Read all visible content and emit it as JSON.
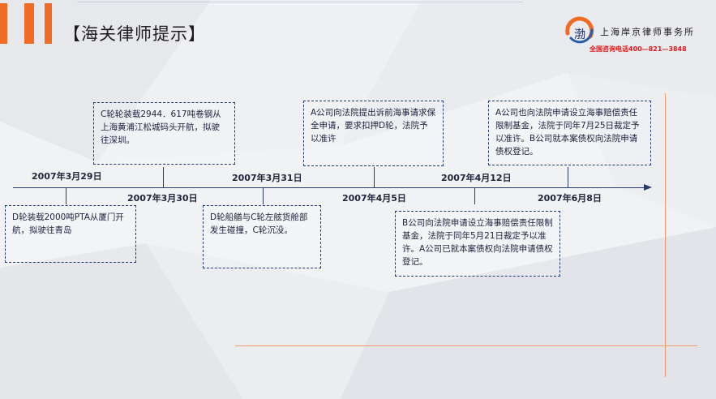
{
  "header": {
    "title": "【海关律师提示】"
  },
  "firm": {
    "logo_glyph": "渤",
    "name": "上海岸京律师事务所",
    "phone": "全国咨询电话400—821—3848"
  },
  "timeline": {
    "dates": [
      "2007年3月29日",
      "2007年3月30日",
      "2007年3月31日",
      "2007年4月5日",
      "2007年4月12日",
      "2007年6月8日"
    ],
    "events": [
      "D轮装载2000吨PTA从厦门开航，拟驶往青岛",
      "C轮轮装载2944．617吨卷钢从上海黄浦江松城码头开航，拟驶往深圳。",
      "D轮船艏与C轮左舷货舱部发生碰撞，C轮沉没。",
      "A公司向法院提出诉前海事请求保全申请，要求扣押D轮，法院予以准许",
      "B公司向法院申请设立海事赔偿责任限制基金，法院于同年5月21日裁定予以准许。A公司已就本案债权向法院申请债权登记。",
      "A公司也向法院申请设立海事赔偿责任限制基金，法院于同年7月25日裁定予以准许。B公司就本案债权向法院申请债权登记。"
    ]
  },
  "colors": {
    "accent": "#ef6b26",
    "timeline": "#2a3a6a",
    "box_border": "#1e3a78",
    "phone": "#e01818"
  }
}
